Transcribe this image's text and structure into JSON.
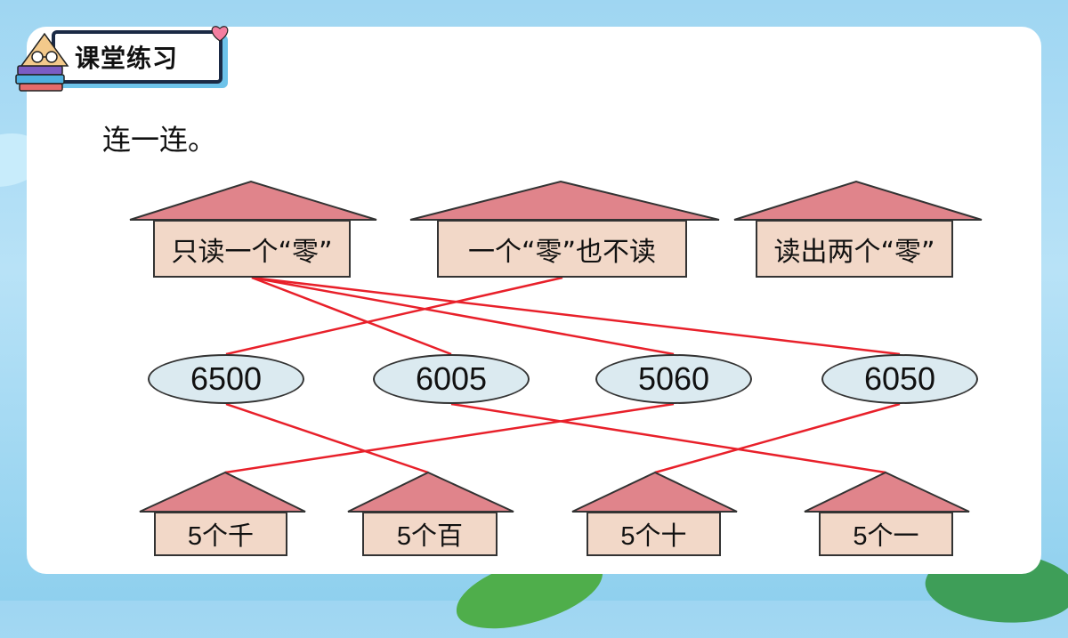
{
  "header": {
    "title": "课堂练习"
  },
  "instruction": "连一连。",
  "categories": [
    {
      "label": "只读一个“零”"
    },
    {
      "label": "一个“零”也不读"
    },
    {
      "label": "读出两个“零”"
    }
  ],
  "numbers": [
    {
      "value": "6500"
    },
    {
      "value": "6005"
    },
    {
      "value": "5060"
    },
    {
      "value": "6050"
    }
  ],
  "places": [
    {
      "label": "5个千"
    },
    {
      "label": "5个百"
    },
    {
      "label": "5个十"
    },
    {
      "label": "5个一"
    }
  ],
  "colors": {
    "roof": "#e0848b",
    "box": "#f2d8c8",
    "oval": "#dbeaf0",
    "line": "#e8202a"
  },
  "connections": {
    "top": [
      {
        "category": 0,
        "number": 1
      },
      {
        "category": 0,
        "number": 2
      },
      {
        "category": 0,
        "number": 3
      },
      {
        "category": 1,
        "number": 0
      }
    ],
    "bottom": [
      {
        "number": 0,
        "place": 1
      },
      {
        "number": 1,
        "place": 3
      },
      {
        "number": 2,
        "place": 0
      },
      {
        "number": 3,
        "place": 2
      }
    ]
  }
}
